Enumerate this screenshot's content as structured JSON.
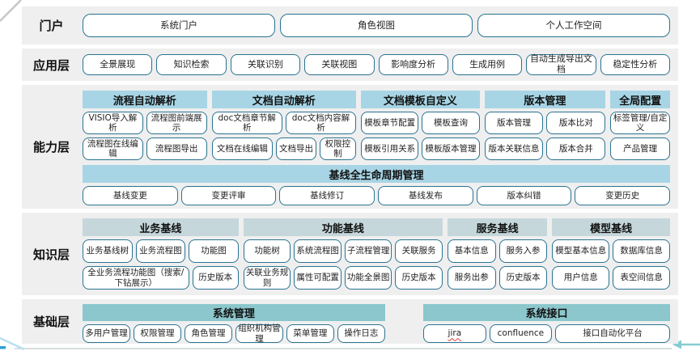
{
  "colors": {
    "row_bg": "#efefef",
    "capability_header_bg": "#a7d5e5",
    "knowledge_header_bg": "#c5d7db",
    "base_header_bg": "#8bc7cc",
    "chip_border": "#2a7391",
    "arrow_accent": "#86ccd2",
    "corner_accent": "#b7e0ef"
  },
  "layers": [
    {
      "label": "门户",
      "buttons": [
        "系统门户",
        "角色视图",
        "个人工作空间"
      ]
    },
    {
      "label": "应用层",
      "buttons": [
        "全景展现",
        "知识检索",
        "关联识别",
        "关联视图",
        "影响度分析",
        "生成用例",
        "自动生成导出文档",
        "稳定性分析"
      ]
    },
    {
      "label": "能力层",
      "groups": [
        {
          "title": "流程自动解析",
          "rows": [
            [
              "VISIO导入解析",
              "流程图前端展示"
            ],
            [
              "流程图在线编辑",
              "流程图导出"
            ]
          ]
        },
        {
          "title": "文档自动解析",
          "rows": [
            [
              "doc文档章节解析",
              "doc文档内容解析"
            ],
            [
              "文档在线编辑",
              "文档导出",
              "权限控制"
            ]
          ]
        },
        {
          "title": "文档模板自定义",
          "rows": [
            [
              "模板章节配置",
              "模板查询"
            ],
            [
              "模板引用关系",
              "模板版本管理"
            ]
          ]
        },
        {
          "title": "版本管理",
          "rows": [
            [
              "版本管理",
              "版本比对"
            ],
            [
              "版本关联信息",
              "版本合并"
            ]
          ]
        },
        {
          "title": "全局配置",
          "rows": [
            [
              "标签管理/自定义"
            ],
            [
              "产品管理"
            ]
          ]
        }
      ],
      "baseline": {
        "title": "基线全生命周期管理",
        "buttons": [
          "基线变更",
          "变更评审",
          "基线修订",
          "基线发布",
          "版本纠错",
          "变更历史"
        ]
      }
    },
    {
      "label": "知识层",
      "groups": [
        {
          "title": "业务基线",
          "rows": [
            [
              "业务基线树",
              "业务流程图",
              "功能图"
            ],
            [
              "全业务流程功能图（搜索/下钻展示）",
              "历史版本"
            ]
          ]
        },
        {
          "title": "功能基线",
          "rows": [
            [
              "功能树",
              "系统流程图",
              "子流程管理",
              "关联服务"
            ],
            [
              "关联业务规则",
              "属性可配置",
              "功能全景图",
              "历史版本"
            ]
          ]
        },
        {
          "title": "服务基线",
          "rows": [
            [
              "基本信息",
              "服务入参"
            ],
            [
              "服务出参",
              "历史版本"
            ]
          ]
        },
        {
          "title": "模型基线",
          "rows": [
            [
              "模型基本信息",
              "数据库信息"
            ],
            [
              "用户信息",
              "表空间信息"
            ]
          ]
        }
      ]
    },
    {
      "label": "基础层",
      "groups": [
        {
          "title": "系统管理",
          "rows": [
            [
              "多用户管理",
              "权限管理",
              "角色管理",
              "组织机构管理",
              "菜单管理",
              "操作日志"
            ]
          ]
        },
        {
          "title": "系统接口",
          "rows": [
            [
              "jira",
              "confluence",
              "接口自动化平台"
            ]
          ]
        }
      ]
    }
  ]
}
